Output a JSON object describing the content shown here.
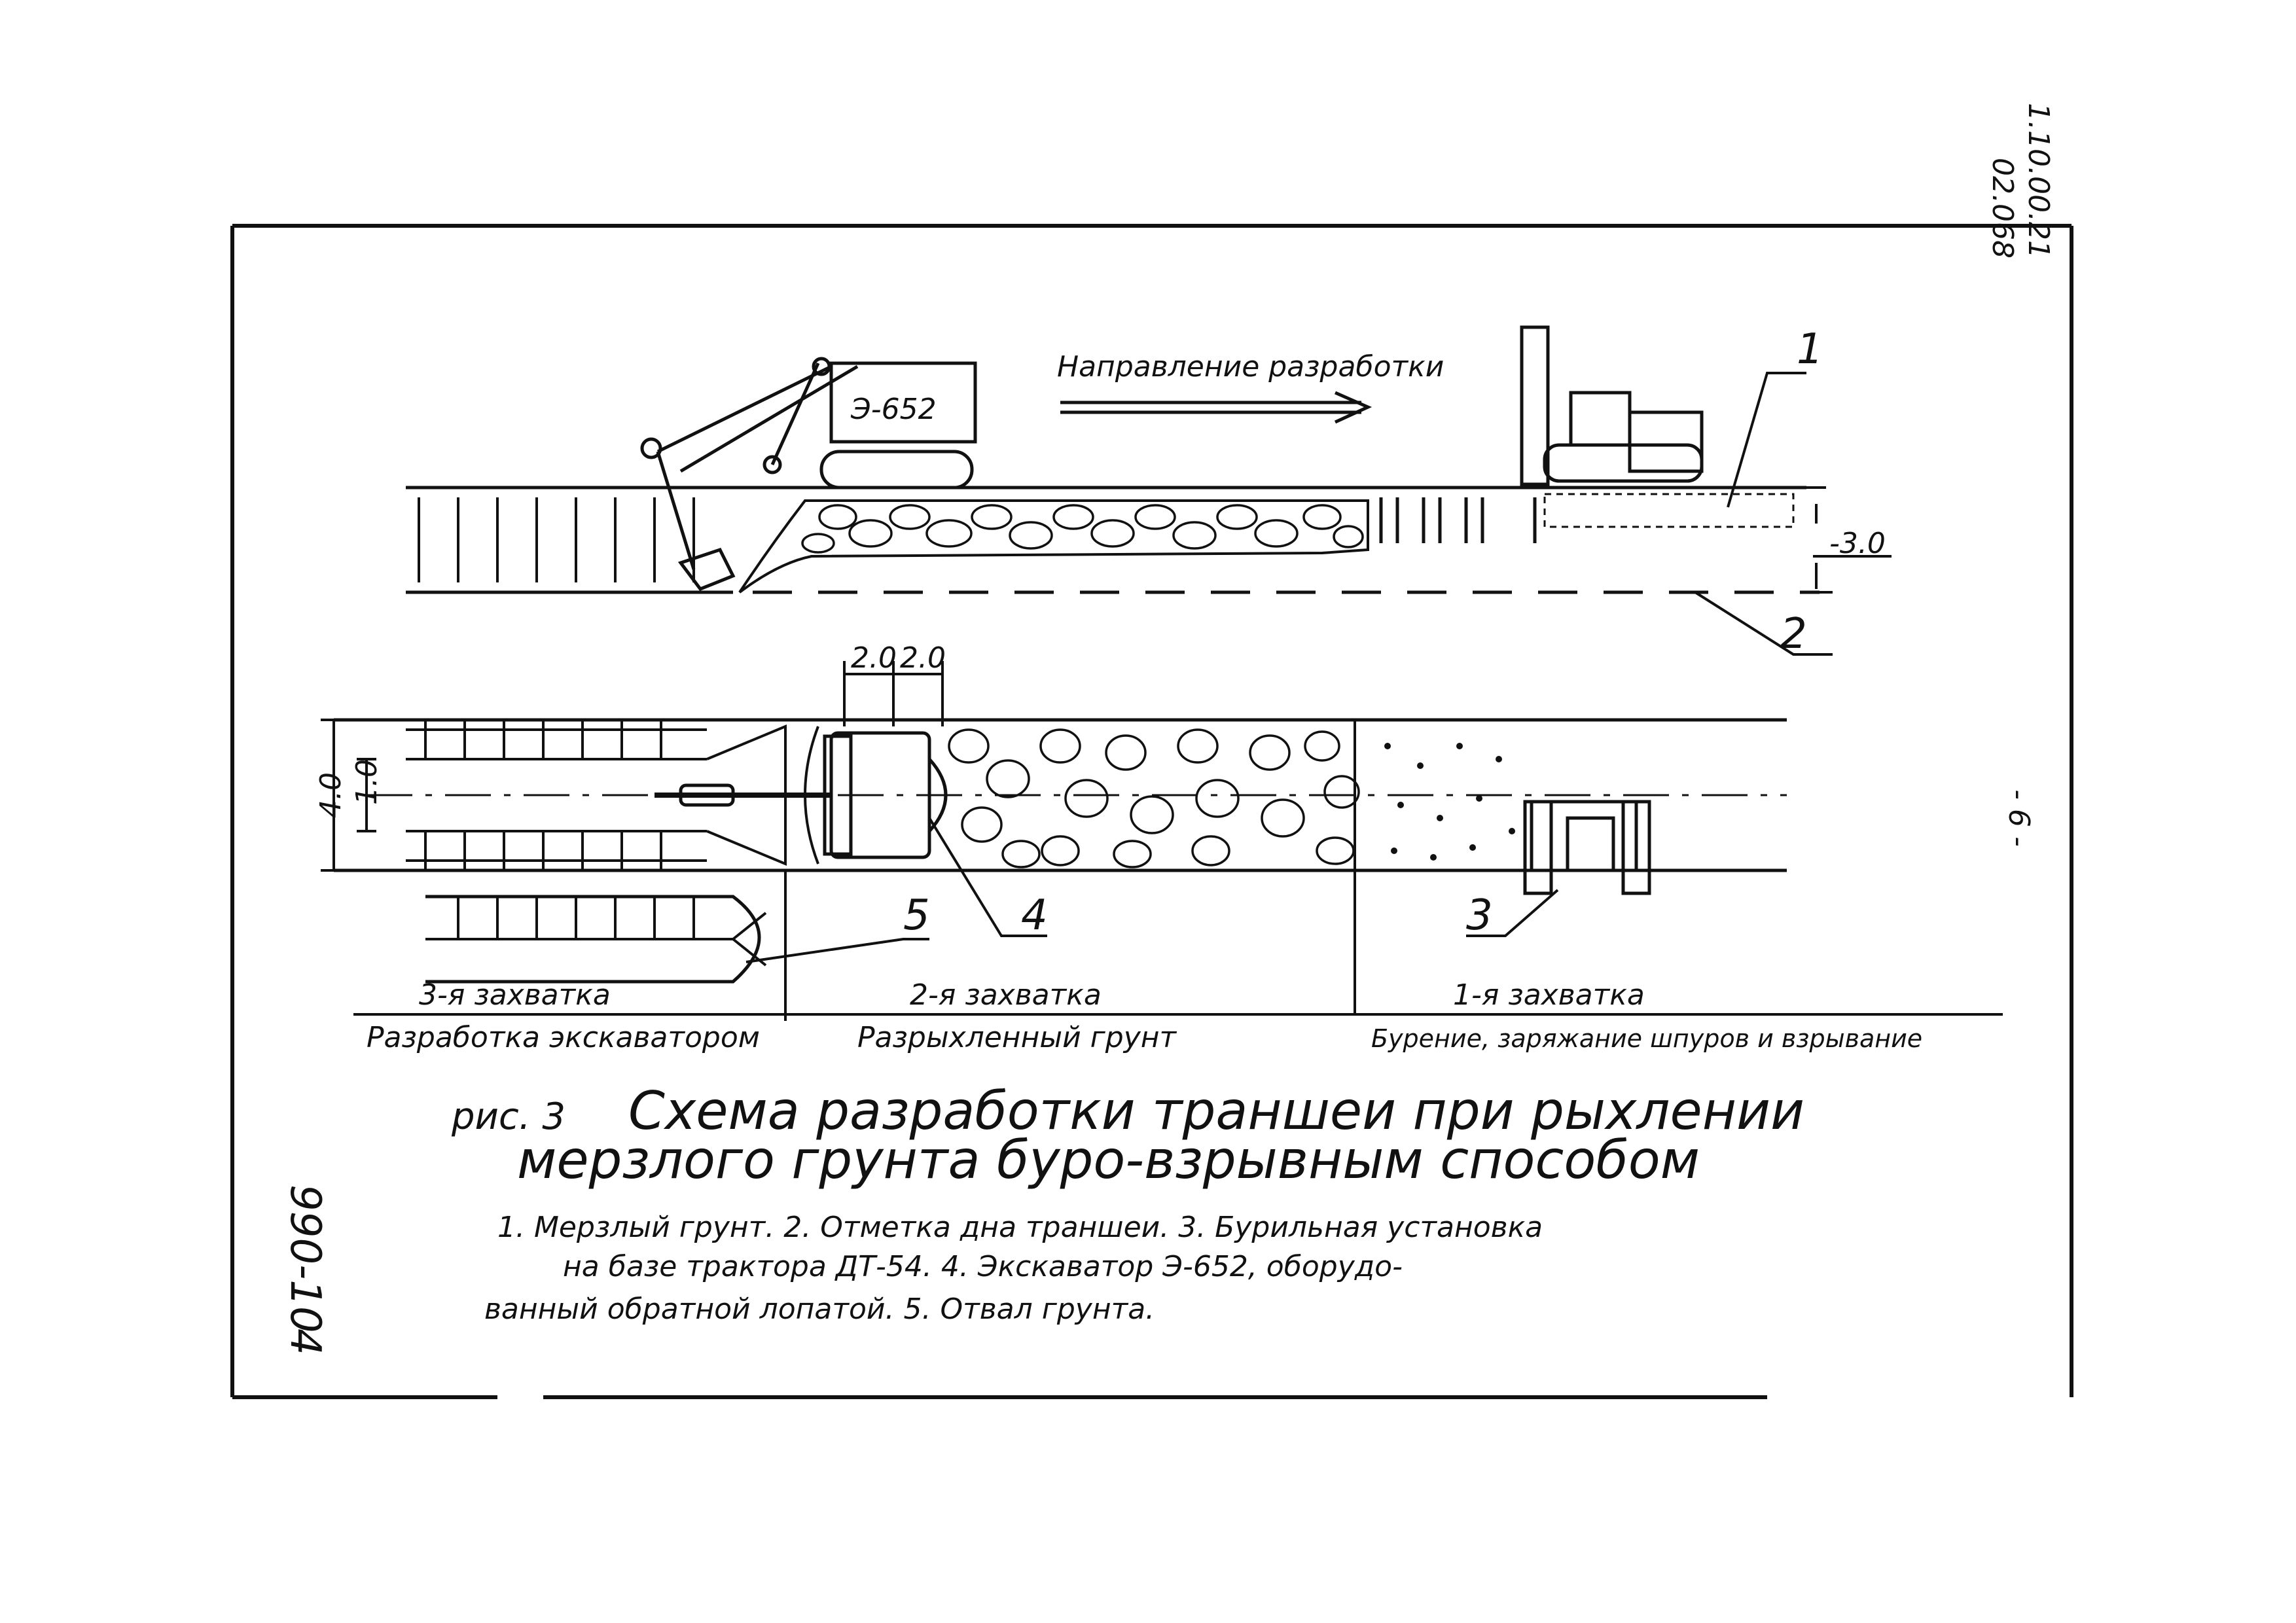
{
  "document": {
    "code": "1.10.00.21",
    "code_sub": "02.068",
    "page_number": "- 6 -",
    "side_stamp": "990-10",
    "side_stamp_num": "4"
  },
  "diagram": {
    "direction_label": "Направление разработки",
    "excavator_model": "Э-652",
    "elevation_mark": "-3.0",
    "dims": {
      "d1": "2.0",
      "d2": "2.0",
      "width_total": "4.0",
      "width_inner": "1.0"
    },
    "callouts": {
      "c1": "1",
      "c2": "2",
      "c3": "3",
      "c4": "4",
      "c5": "5"
    },
    "zones": [
      {
        "name": "3-я захватка",
        "desc": "Разработка экскаватором"
      },
      {
        "name": "2-я захватка",
        "desc": "Разрыхленный грунт"
      },
      {
        "name": "1-я захватка",
        "desc": "Бурение, заряжание шпуров и взрывание"
      }
    ]
  },
  "caption": {
    "prefix": "рис. 3",
    "line1": "Схема разработки траншеи при рыхлении",
    "line2": "мерзлого грунта буро-взрывным способом"
  },
  "legend": {
    "line1": "1. Мерзлый грунт.   2. Отметка дна траншеи.  3. Бурильная установка",
    "line2": "на базе   трактора  ДТ-54.   4. Экскаватор Э-652, оборудо-",
    "line3": "ванный  обратной лопатой.   5. Отвал грунта."
  }
}
